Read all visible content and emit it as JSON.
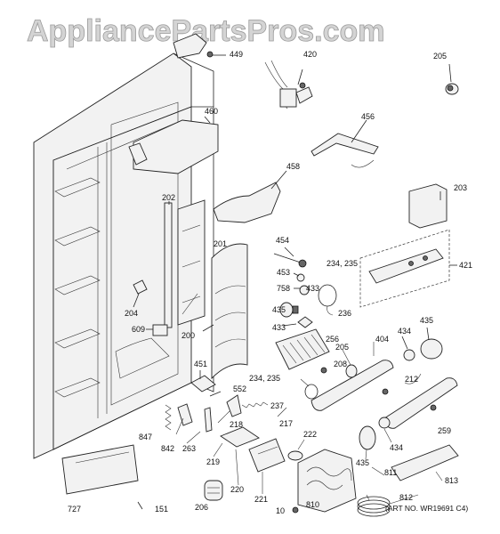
{
  "watermark": "AppliancePartsPros.com",
  "art_number": "(ART NO. WR19691 C4)",
  "part_labels": [
    "449",
    "420",
    "205",
    "460",
    "456",
    "458",
    "203",
    "202",
    "201",
    "454",
    "234, 235",
    "421",
    "453",
    "758",
    "433",
    "204",
    "435",
    "236",
    "609",
    "433",
    "256",
    "200",
    "205",
    "404",
    "434",
    "435",
    "451",
    "234, 235",
    "208",
    "552",
    "212",
    "237",
    "217",
    "218",
    "847",
    "842",
    "263",
    "222",
    "219",
    "259",
    "434",
    "435",
    "811",
    "813",
    "220",
    "221",
    "727",
    "206",
    "151",
    "10",
    "810",
    "812"
  ]
}
